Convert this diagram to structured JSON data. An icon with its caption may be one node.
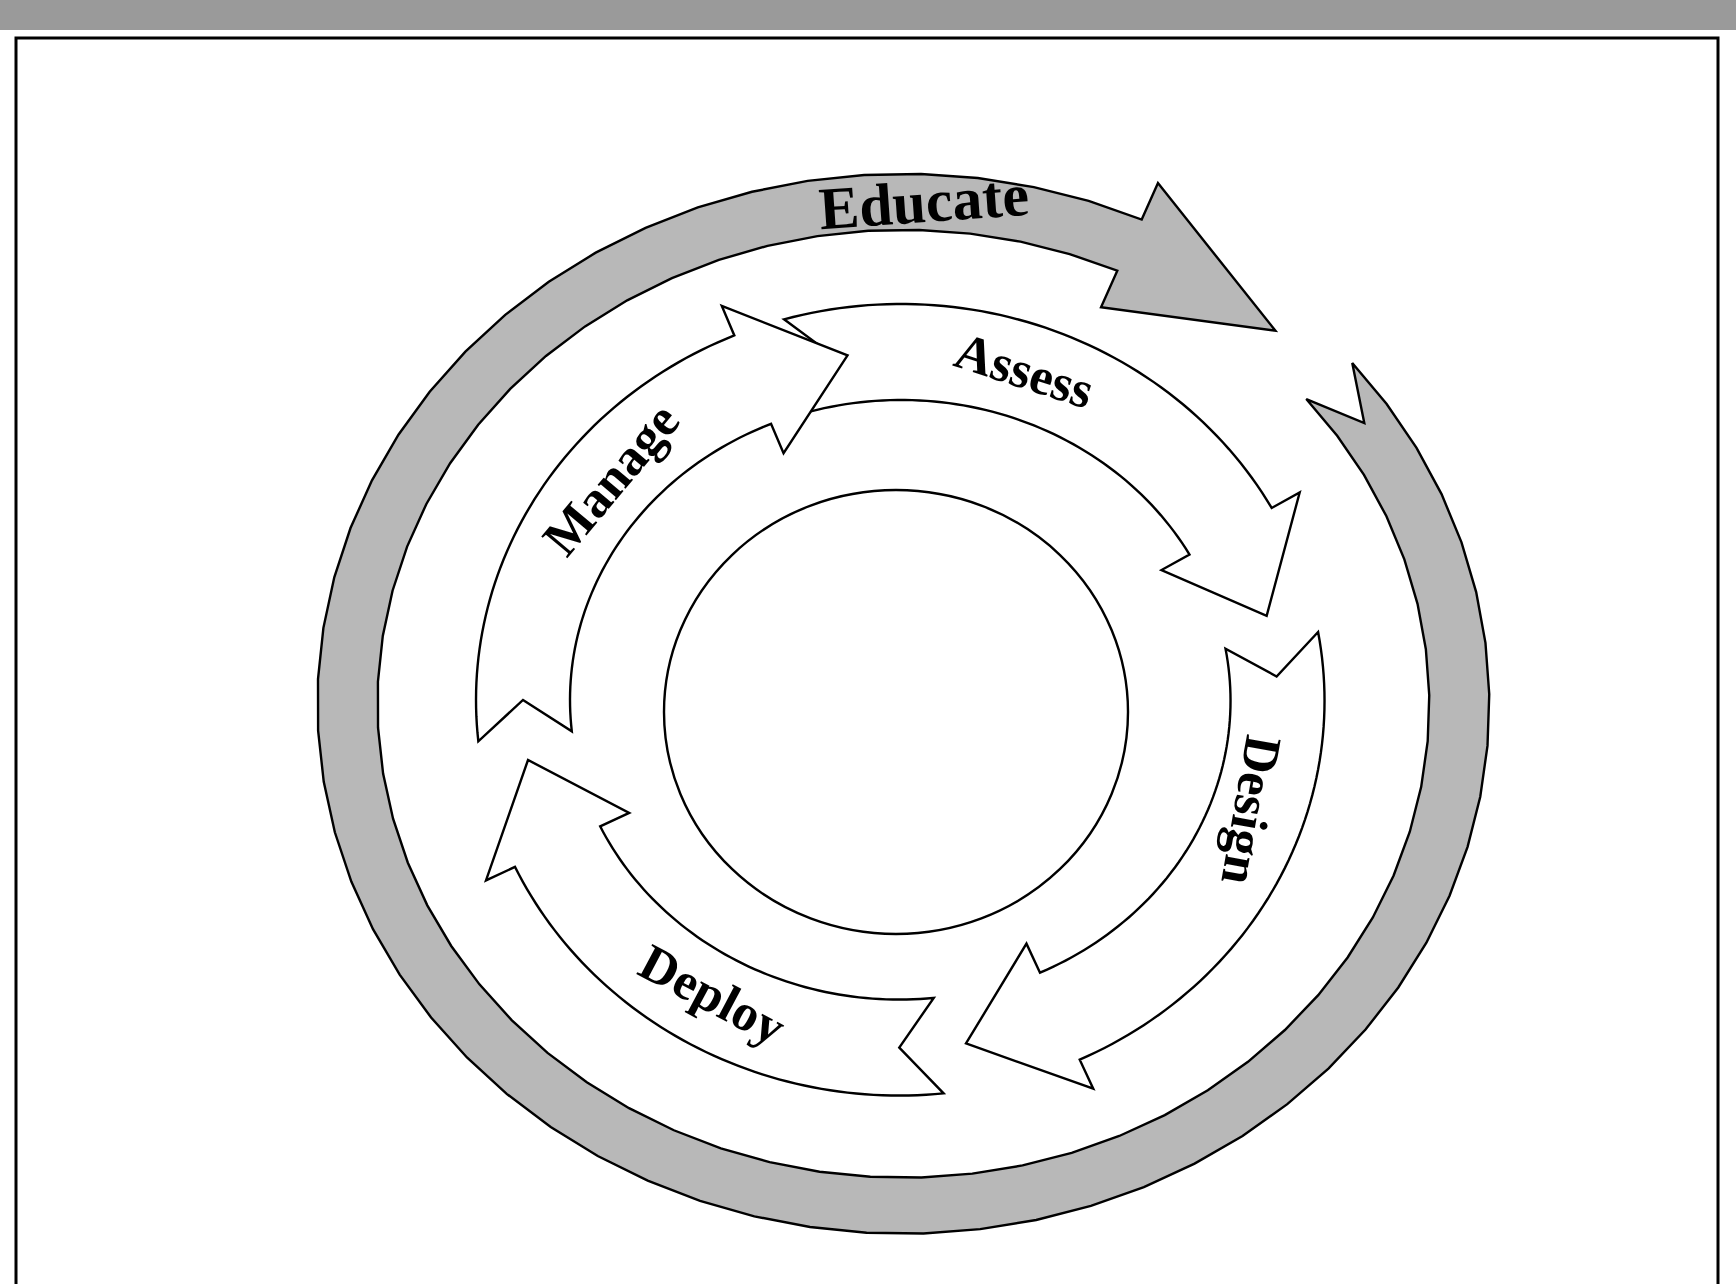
{
  "diagram": {
    "nodes": [
      {
        "text": [
          "Educate"
        ]
      },
      {
        "text": [
          "Assess"
        ]
      },
      {
        "text": [
          "Design"
        ]
      },
      {
        "text": [
          "Deploy"
        ]
      },
      {
        "text": [
          "Manage"
        ]
      },
      {
        "text": [],
        "shape": "circle"
      }
    ]
  }
}
